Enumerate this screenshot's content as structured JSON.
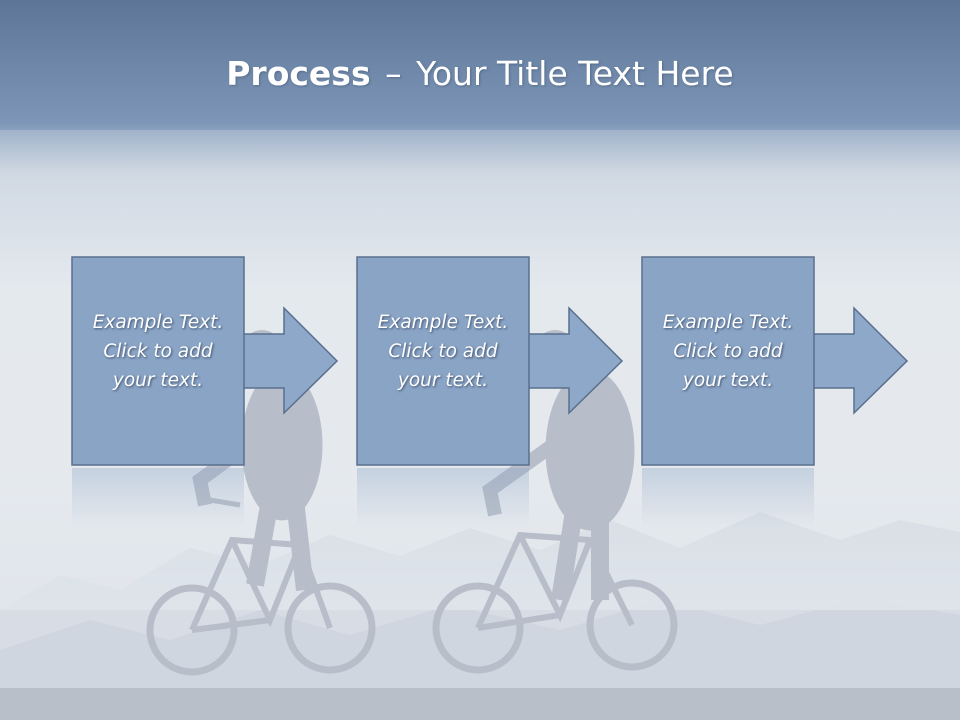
{
  "slide": {
    "title_bold": "Process",
    "title_dash": "–",
    "title_rest": "Your Title Text Here"
  },
  "steps": [
    {
      "line1": "Example Text.",
      "line2": "Click  to add",
      "line3": "your text."
    },
    {
      "line1": "Example Text.",
      "line2": "Click  to add",
      "line3": "your text."
    },
    {
      "line1": "Example Text.",
      "line2": "Click  to add",
      "line3": "your text."
    }
  ],
  "colors": {
    "header_top": "#5d7697",
    "header_bottom": "#7e97b8",
    "box_fill": "#8aa4c6",
    "box_border": "#5a6f8d",
    "arrow_fill": "#8ea8ca",
    "silhouette": "#a6aebc"
  },
  "icons": {
    "background": "cyclists-silhouette-image"
  }
}
